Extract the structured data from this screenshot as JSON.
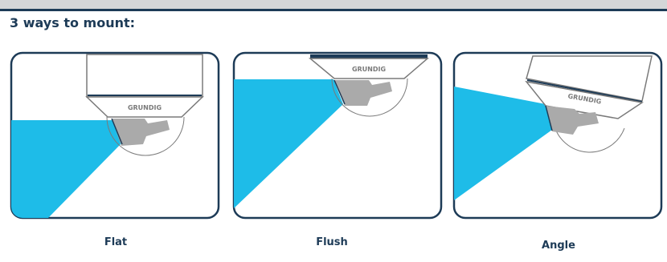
{
  "header": {
    "title": "3 ways to mount:"
  },
  "brand": "GRUNDIG",
  "colors": {
    "frame": "#1d3b57",
    "view": "#1ebce8",
    "housing_stroke": "#7a7a7a",
    "lens": "#aaaaaa",
    "accent_strip": "#1d3b57"
  },
  "mounts": [
    {
      "label": "Flat"
    },
    {
      "label": "Flush"
    },
    {
      "label": "Angle"
    }
  ]
}
